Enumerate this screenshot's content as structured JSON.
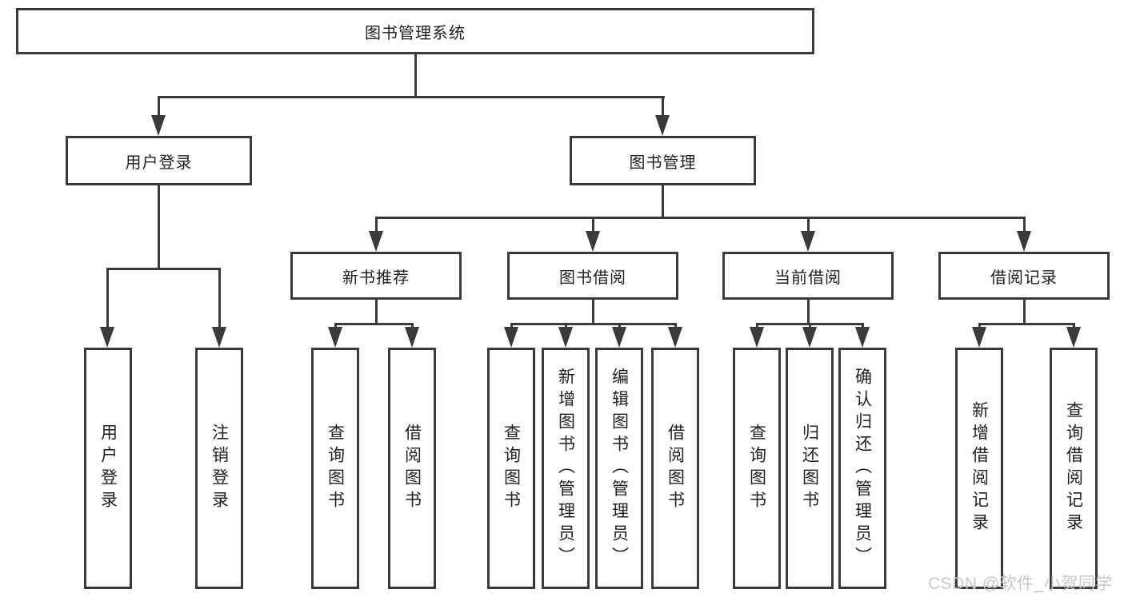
{
  "diagram": {
    "root": {
      "label": "图书管理系统"
    },
    "level2": [
      {
        "label": "用户登录"
      },
      {
        "label": "图书管理"
      }
    ],
    "level3": [
      {
        "label": "新书推荐"
      },
      {
        "label": "图书借阅"
      },
      {
        "label": "当前借阅"
      },
      {
        "label": "借阅记录"
      }
    ],
    "leaves": [
      {
        "label": "用户登录"
      },
      {
        "label": "注销登录"
      },
      {
        "label": "查询图书"
      },
      {
        "label": "借阅图书"
      },
      {
        "label": "查询图书"
      },
      {
        "label": "新增图书（管理员）"
      },
      {
        "label": "编辑图书（管理员）"
      },
      {
        "label": "借阅图书"
      },
      {
        "label": "查询图书"
      },
      {
        "label": "归还图书"
      },
      {
        "label": "确认归还（管理员）"
      },
      {
        "label": "新增借阅记录"
      },
      {
        "label": "查询借阅记录"
      }
    ]
  },
  "watermark": {
    "text": "CSDN @软件_小贺同学"
  },
  "colors": {
    "line": "#3a3a3a",
    "box_border": "#3a3a3a",
    "text": "#1f1f1f",
    "watermark": "#c8c8c8",
    "background": "#ffffff"
  }
}
